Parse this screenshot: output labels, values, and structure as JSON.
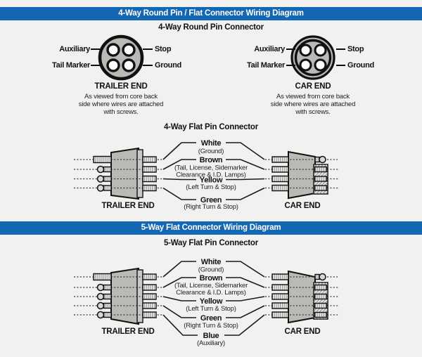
{
  "page": {
    "background": "#f1f1ef",
    "banner_color": "#1467b2",
    "connector_gray": "#b9b9b6"
  },
  "ends": {
    "trailer": "TRAILER END",
    "car": "CAR END"
  },
  "round_labels": {
    "auxiliary": "Auxiliary",
    "stop": "Stop",
    "tail_marker": "Tail Marker",
    "ground": "Ground"
  },
  "round_caption": [
    "As viewed from core back",
    "side where wires are attached",
    "with screws."
  ],
  "section4": {
    "banner": "4-Way Round Pin / Flat Connector Wiring Diagram",
    "round_heading": "4-Way Round Pin Connector",
    "flat_heading": "4-Way Flat Pin Connector",
    "wires": [
      {
        "name": "White",
        "fn": "(Ground)"
      },
      {
        "name": "Brown",
        "fn": "(Tail, License, Sidemarker",
        "fn2": "Clearance & I.D. Lamps)"
      },
      {
        "name": "Yellow",
        "fn": "(Left Turn & Stop)"
      },
      {
        "name": "Green",
        "fn": "(Right Turn & Stop)"
      }
    ]
  },
  "section5": {
    "banner": "5-Way Flat Connector Wiring Diagram",
    "heading": "5-Way Flat Pin Connector",
    "wires": [
      {
        "name": "White",
        "fn": "(Ground)"
      },
      {
        "name": "Brown",
        "fn": "(Tail, License, Sidemarker",
        "fn2": "Clearance & I.D. Lamps)"
      },
      {
        "name": "Yellow",
        "fn": "(Left Turn & Stop)"
      },
      {
        "name": "Green",
        "fn": "(Right Turn & Stop)"
      },
      {
        "name": "Blue",
        "fn": "(Auxiliary)"
      }
    ]
  }
}
